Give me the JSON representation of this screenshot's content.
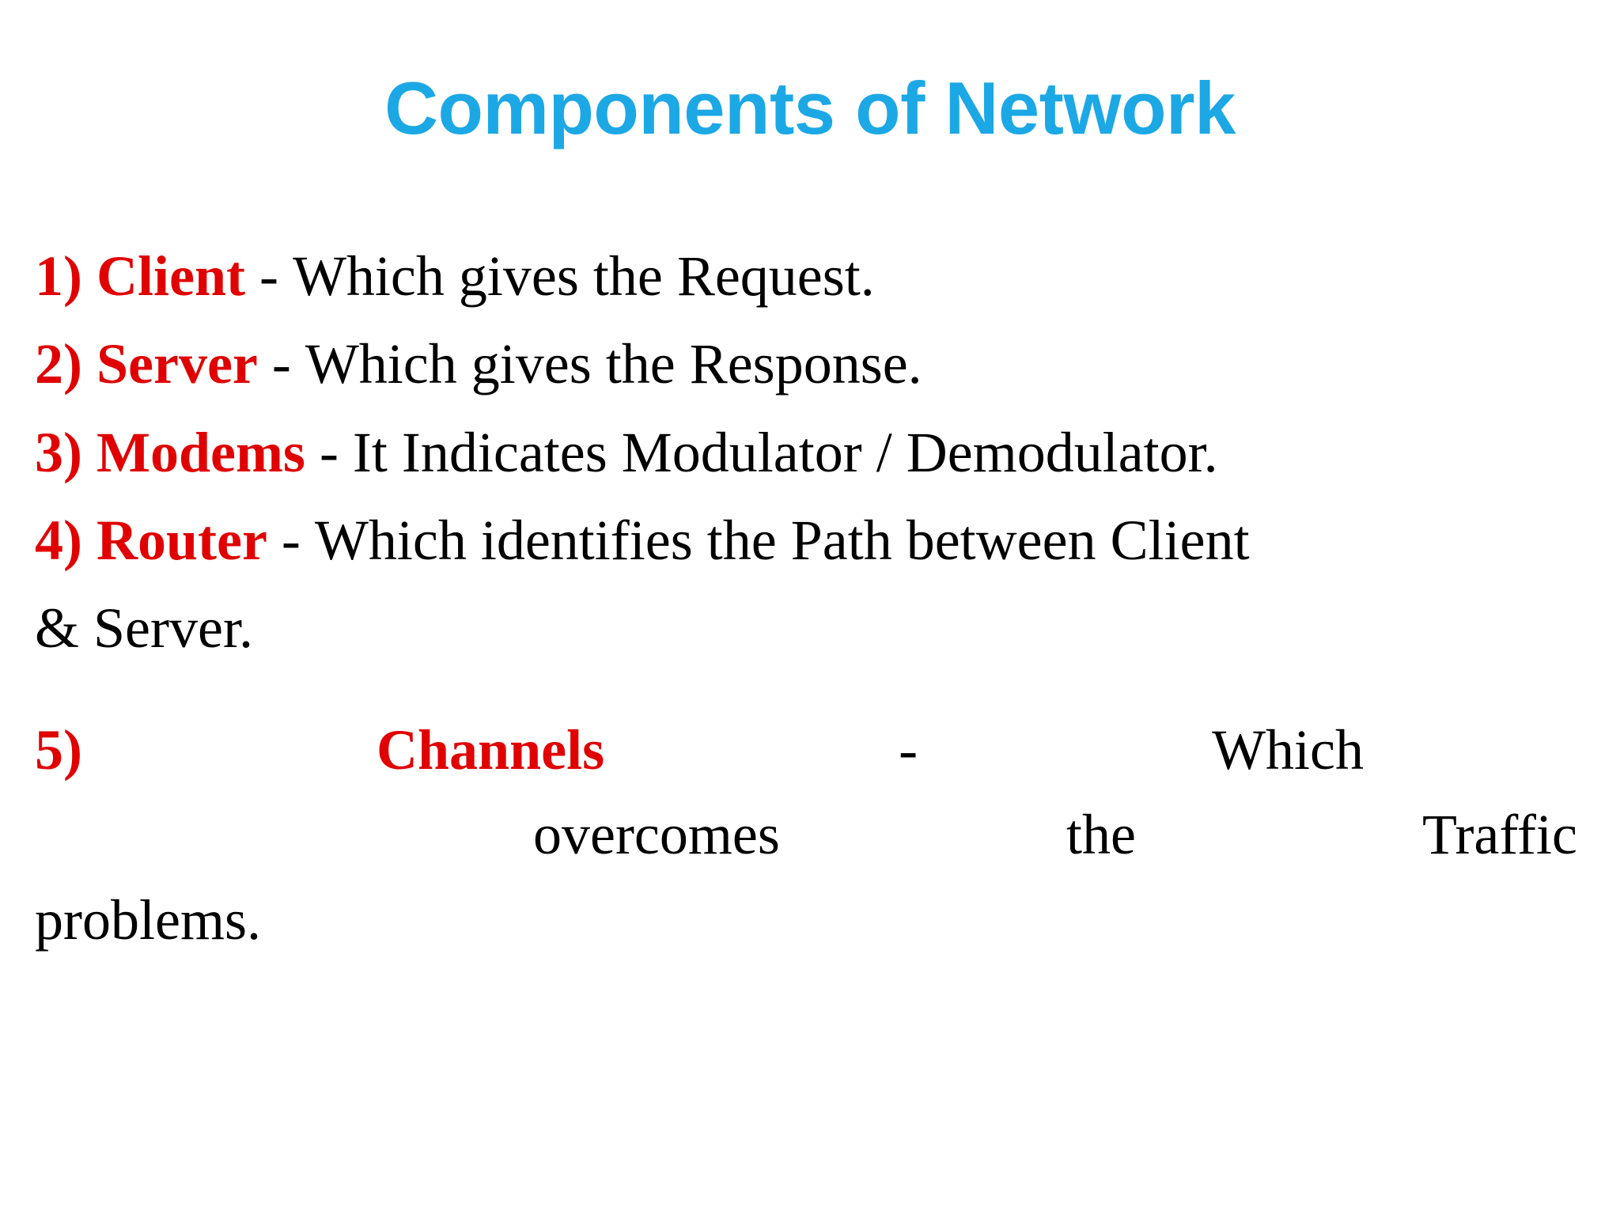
{
  "slide": {
    "title": "Components of Network",
    "title_color": "#1CA8E5",
    "label_color": "#E00000",
    "text_color": "#000000",
    "background_color": "#FFFFFF",
    "items": [
      {
        "number": "1)",
        "label": "Client",
        "separator": "-",
        "description": "Which gives the Request.",
        "full_line": "1) Client - Which gives the Request."
      },
      {
        "number": "2)",
        "label": "Server",
        "separator": "-",
        "description": "Which gives the Response.",
        "full_line": "2) Server - Which gives the Response."
      },
      {
        "number": "3)",
        "label": "Modems",
        "separator": "-",
        "description": "It Indicates Modulator / Demodulator.",
        "full_line": "3) Modems - It Indicates Modulator / Demodulator."
      },
      {
        "number": "4)",
        "label": "Router",
        "separator": "-",
        "description": "Which identifies the Path between Client",
        "description_wrap": "& Server.",
        "full_line": "4) Router - Which identifies the Path between Client & Server."
      },
      {
        "number": "5)",
        "label": "Channels",
        "separator": "-",
        "description_word_1": "Which",
        "description_word_2": "overcomes",
        "description_word_3": "the",
        "description_word_4": "Traffic",
        "description_word_5": "problems.",
        "full_line": "5) Channels - Which overcomes the Traffic problems."
      }
    ]
  }
}
